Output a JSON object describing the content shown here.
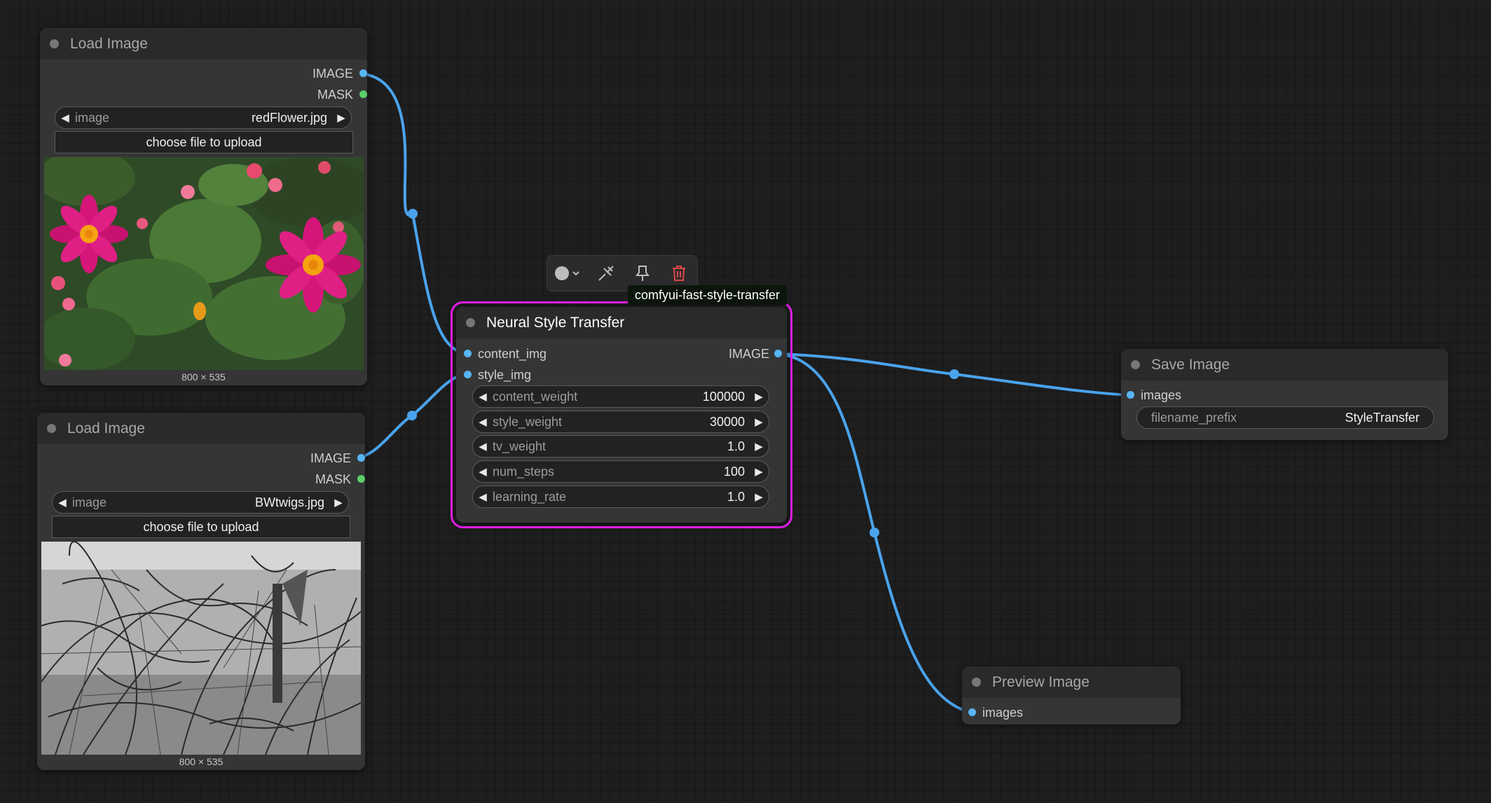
{
  "canvas": {
    "nodes": {
      "load1": {
        "title": "Load Image",
        "outputs": [
          "IMAGE",
          "MASK"
        ],
        "widget": {
          "label": "image",
          "value": "redFlower.jpg"
        },
        "upload_label": "choose file to upload",
        "image_size": "800 × 535"
      },
      "load2": {
        "title": "Load Image",
        "outputs": [
          "IMAGE",
          "MASK"
        ],
        "widget": {
          "label": "image",
          "value": "BWtwigs.jpg"
        },
        "upload_label": "choose file to upload",
        "image_size": "800 × 535"
      },
      "nst": {
        "badge": "comfyui-fast-style-transfer",
        "title": "Neural Style Transfer",
        "inputs": [
          "content_img",
          "style_img"
        ],
        "output": "IMAGE",
        "widgets": [
          {
            "label": "content_weight",
            "value": "100000"
          },
          {
            "label": "style_weight",
            "value": "30000"
          },
          {
            "label": "tv_weight",
            "value": "1.0"
          },
          {
            "label": "num_steps",
            "value": "100"
          },
          {
            "label": "learning_rate",
            "value": "1.0"
          }
        ]
      },
      "save": {
        "title": "Save Image",
        "input": "images",
        "widget": {
          "label": "filename_prefix",
          "value": "StyleTransfer"
        }
      },
      "preview": {
        "title": "Preview Image",
        "input": "images"
      }
    },
    "toolbar": {
      "icons": [
        "color-circle-icon",
        "bypass-icon",
        "pin-icon",
        "trash-icon"
      ]
    },
    "colors": {
      "link": "#4aa3ec",
      "selection": "#e11be6",
      "image_slot": "#59b6f5",
      "mask_slot": "#5ccf6a",
      "delete": "#e0474c"
    }
  }
}
